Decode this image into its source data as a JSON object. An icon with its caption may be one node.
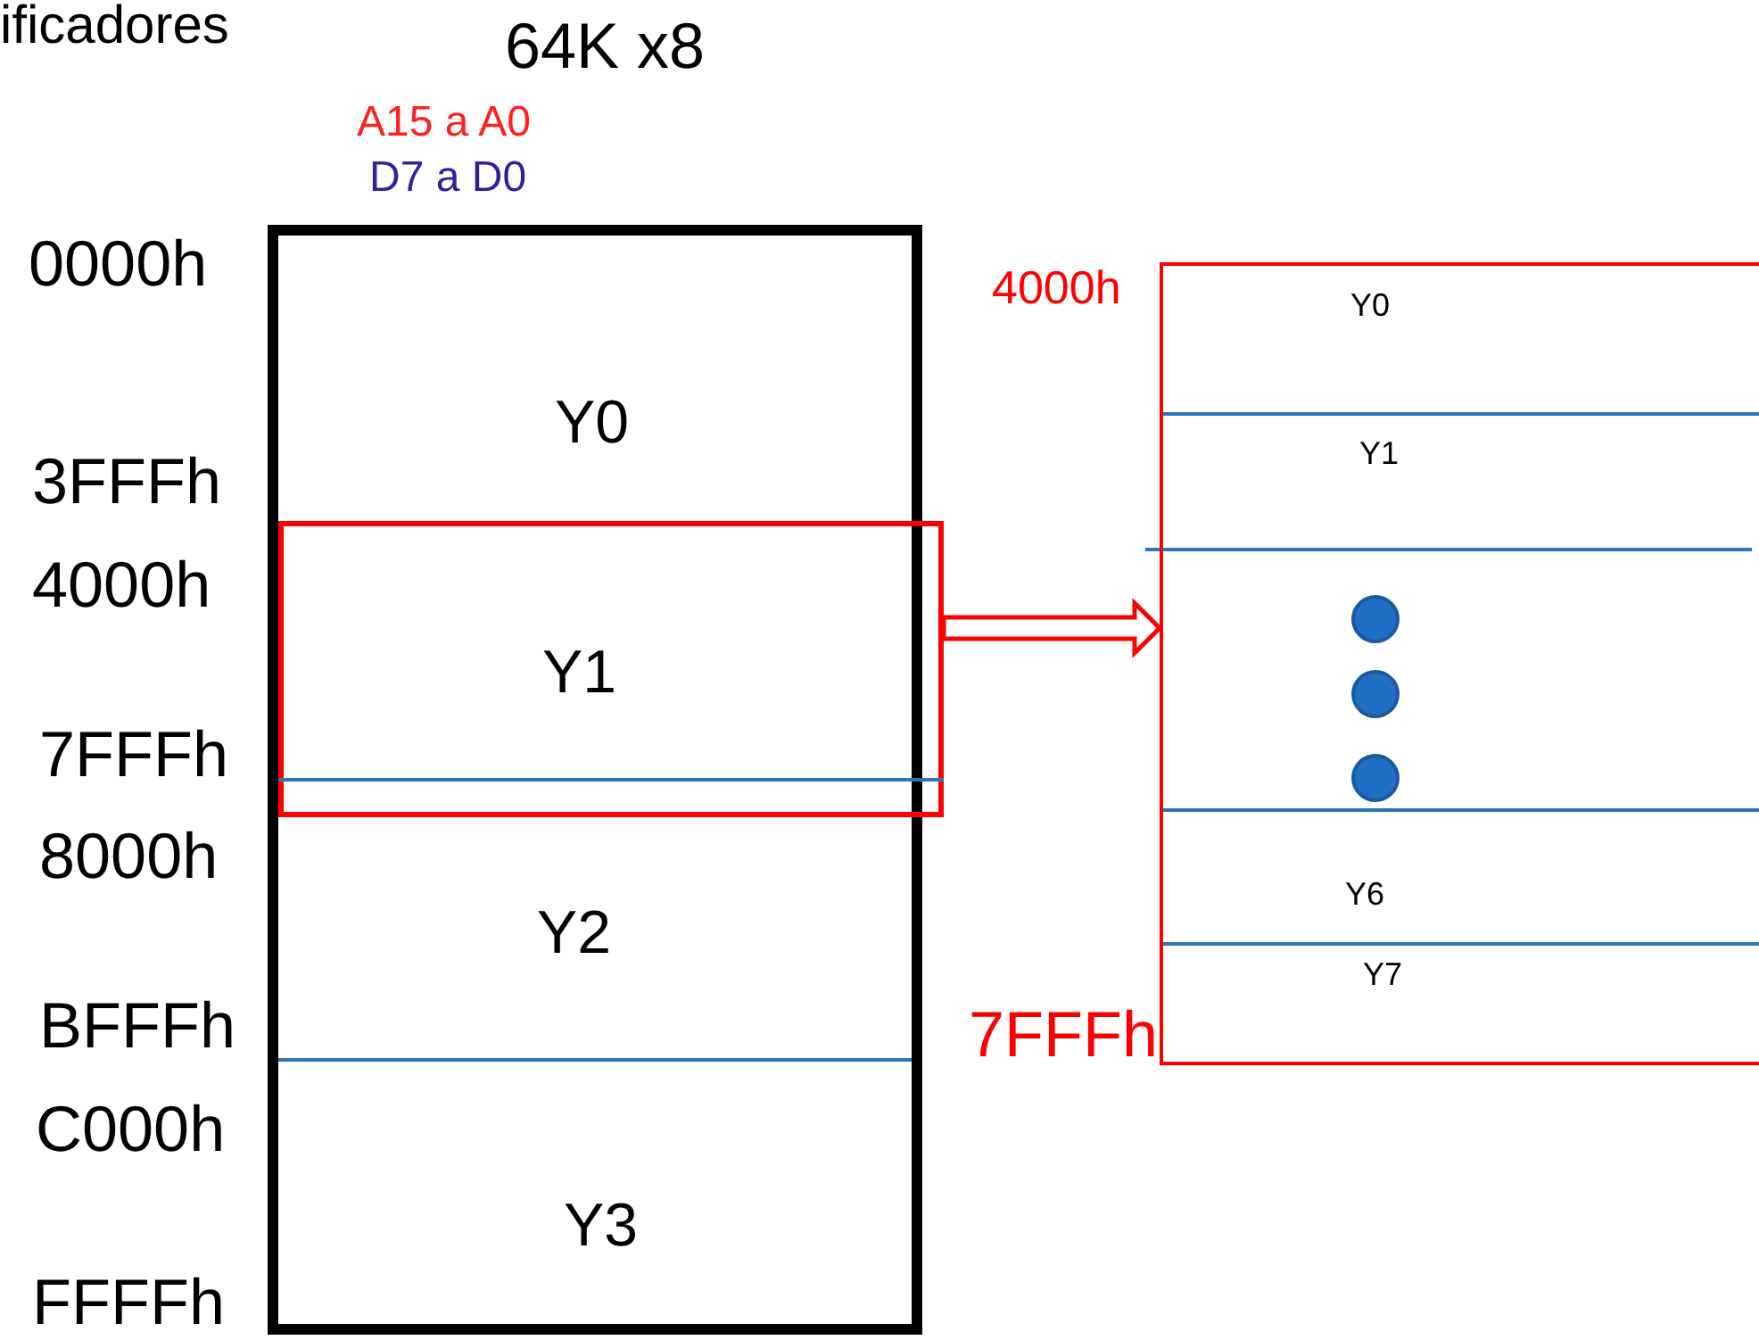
{
  "diagram": {
    "nodes": [
      {
        "text": [],
        "shape": "box"
      },
      {
        "text": [
          "Y0"
        ],
        "in": 0
      },
      {
        "text": [
          "Y1"
        ],
        "in": 0
      },
      {
        "text": [
          "Y2"
        ],
        "in": 0
      },
      {
        "text": [
          "Y3"
        ],
        "in": 0
      },
      {
        "text": [],
        "shape": "box"
      },
      {
        "text": [
          "Y0"
        ],
        "in": 5
      },
      {
        "text": [
          "Y1"
        ],
        "in": 5
      },
      {
        "text": [
          "Y6"
        ],
        "in": 5
      },
      {
        "text": [
          "Y7"
        ],
        "in": 5
      }
    ],
    "edges": [
      {
        "from": 2,
        "to": 5,
        "arrow": "to",
        "color": "#ff0000"
      }
    ],
    "labels": [
      "ificadores",
      "64K x8",
      "A15 a A0",
      "D7 a D0",
      "0000h",
      "3FFFh",
      "4000h",
      "7FFFh",
      "8000h",
      "BFFFh",
      "C000h",
      "FFFFh",
      "4000h",
      "7FFFh"
    ]
  }
}
